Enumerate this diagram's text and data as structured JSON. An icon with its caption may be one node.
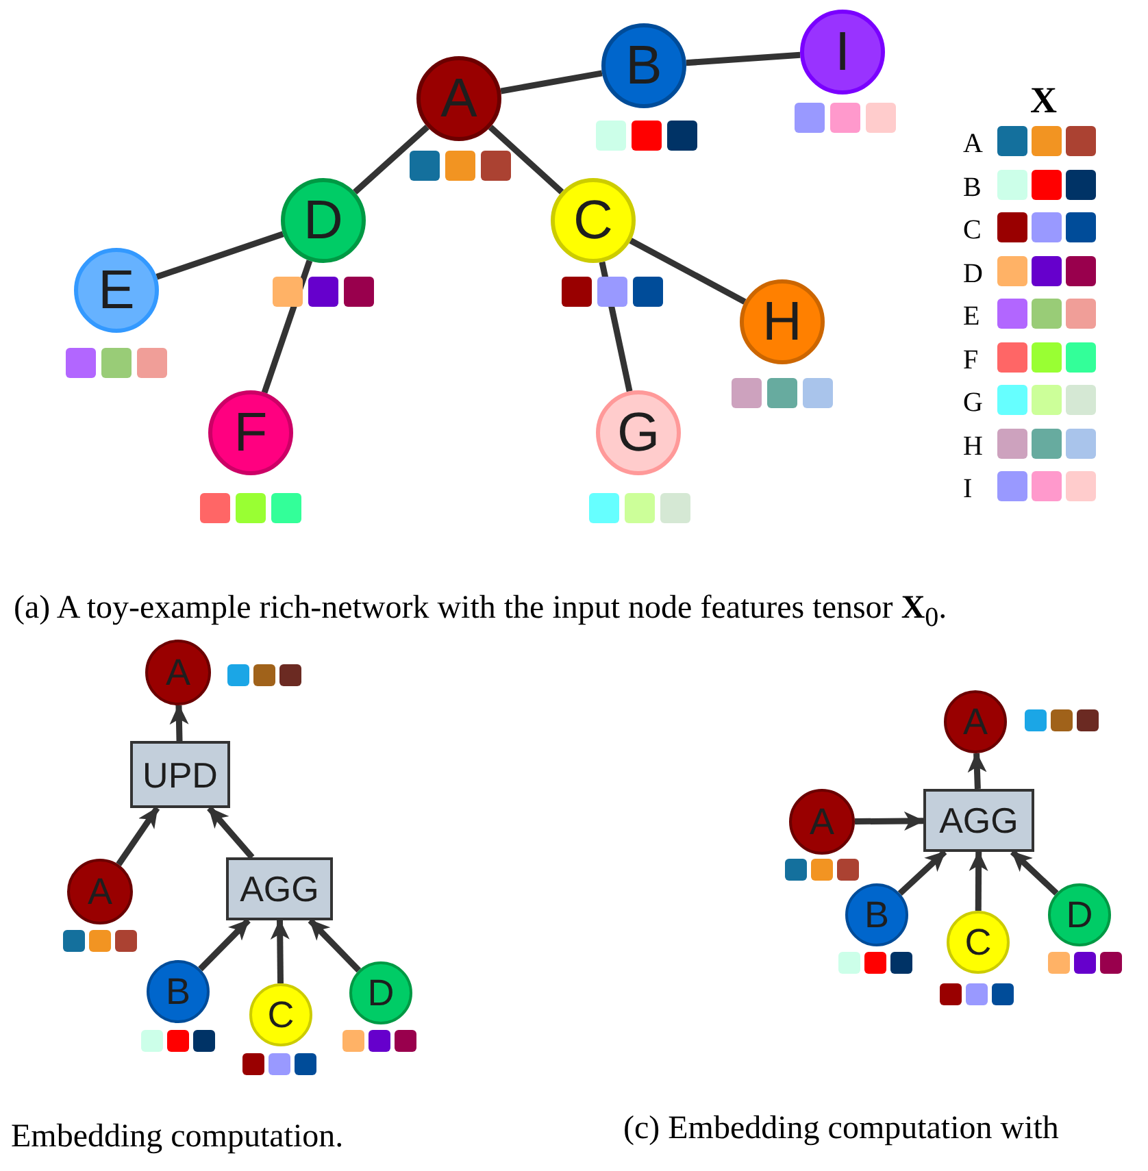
{
  "diagram": {
    "caption": "(a) A toy-example rich-network with the input node features tensor **X**$_{0}$.",
    "nodes": [
      {
        "text": [
          "A"
        ]
      },
      {
        "text": [
          "B"
        ]
      },
      {
        "text": [
          "I"
        ]
      },
      {
        "text": [
          "D"
        ]
      },
      {
        "text": [
          "C"
        ]
      },
      {
        "text": [
          "E"
        ]
      },
      {
        "text": [
          "H"
        ]
      },
      {
        "text": [
          "F"
        ]
      },
      {
        "text": [
          "G"
        ]
      },
      {
        "text": [
          "A"
        ]
      },
      {
        "text": [
          "UPD"
        ]
      },
      {
        "text": [
          "A"
        ]
      },
      {
        "text": [
          "AGG"
        ]
      },
      {
        "text": [
          "B"
        ]
      },
      {
        "text": [
          "C"
        ]
      },
      {
        "text": [
          "D"
        ]
      },
      {
        "text": [
          "A"
        ]
      },
      {
        "text": [
          "A"
        ]
      },
      {
        "text": [
          "AGG"
        ]
      },
      {
        "text": [
          "B"
        ]
      },
      {
        "text": [
          "C"
        ]
      },
      {
        "text": [
          "D"
        ]
      }
    ],
    "edges": [
      {
        "from": 0,
        "to": 1,
        "arrow": "none"
      },
      {
        "from": 1,
        "to": 2,
        "arrow": "none"
      },
      {
        "from": 0,
        "to": 3,
        "arrow": "none"
      },
      {
        "from": 0,
        "to": 4,
        "arrow": "none"
      },
      {
        "from": 3,
        "to": 5,
        "arrow": "none"
      },
      {
        "from": 3,
        "to": 7,
        "arrow": "none"
      },
      {
        "from": 4,
        "to": 6,
        "arrow": "none"
      },
      {
        "from": 4,
        "to": 8,
        "arrow": "none"
      },
      {
        "from": 10,
        "to": 9,
        "arrow": "to"
      },
      {
        "from": 11,
        "to": 10,
        "arrow": "to"
      },
      {
        "from": 12,
        "to": 10,
        "arrow": "to"
      },
      {
        "from": 13,
        "to": 12,
        "arrow": "to"
      },
      {
        "from": 14,
        "to": 12,
        "arrow": "to"
      },
      {
        "from": 15,
        "to": 12,
        "arrow": "to"
      },
      {
        "from": 18,
        "to": 16,
        "arrow": "to"
      },
      {
        "from": 17,
        "to": 18,
        "arrow": "to"
      },
      {
        "from": 19,
        "to": 18,
        "arrow": "to"
      },
      {
        "from": 20,
        "to": 18,
        "arrow": "to"
      },
      {
        "from": 21,
        "to": 18,
        "arrow": "to"
      }
    ],
    "labels": [
      "X",
      "A",
      "B",
      "C",
      "D",
      "E",
      "F",
      "G",
      "H",
      "I",
      "Embedding computation.",
      "(c) Embedding computation with"
    ]
  }
}
